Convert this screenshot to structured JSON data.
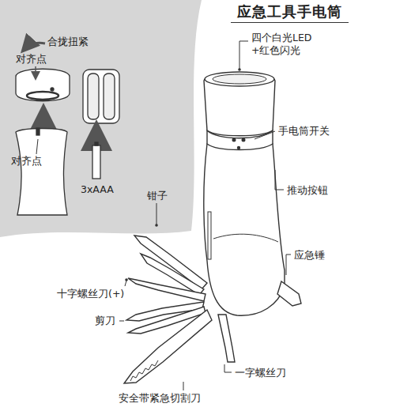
{
  "diagram": {
    "title": "应急工具手电筒",
    "labels": [
      "合拢扭紧",
      "对齐点",
      "对齐点",
      "3xAAA",
      "四个白光LED +红色闪光",
      "手电筒开关",
      "推动按钮",
      "钳子",
      "应急锤",
      "十字螺丝刀(+)",
      "剪刀",
      "一字螺丝刀",
      "安全带紧急切割刀"
    ]
  }
}
